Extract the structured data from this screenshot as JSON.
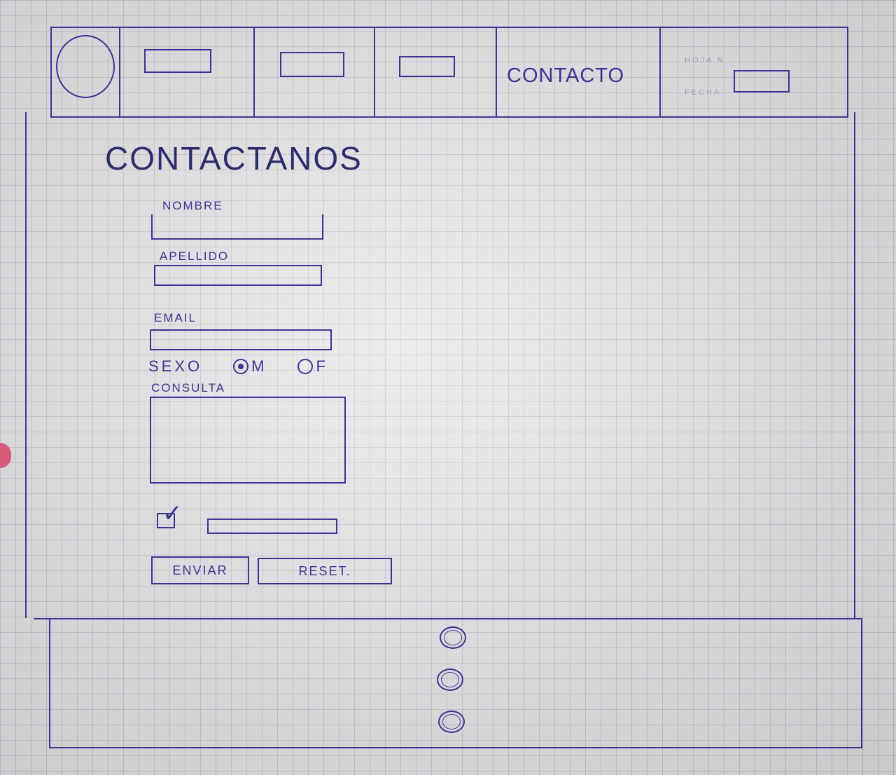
{
  "nav": {
    "contact_label": "CONTACTO",
    "meta_top": "HOJA N",
    "meta_bottom": "FECHA"
  },
  "page": {
    "title": "CONTACTANOS"
  },
  "form": {
    "name_label": "NOMBRE",
    "lastname_label": "APELLIDO",
    "email_label": "EMAIL",
    "sex_label": "SEXO",
    "sex_option_m": "M",
    "sex_option_f": "F",
    "query_label": "CONSULTA",
    "submit_label": "ENVIAR",
    "reset_label": "RESET."
  },
  "colors": {
    "ink": "#3b3592",
    "paper": "#e4e3e6"
  },
  "icons": {
    "logo": "logo-circle-icon",
    "social": [
      "social-circle-icon",
      "social-circle-icon",
      "social-circle-icon"
    ]
  }
}
